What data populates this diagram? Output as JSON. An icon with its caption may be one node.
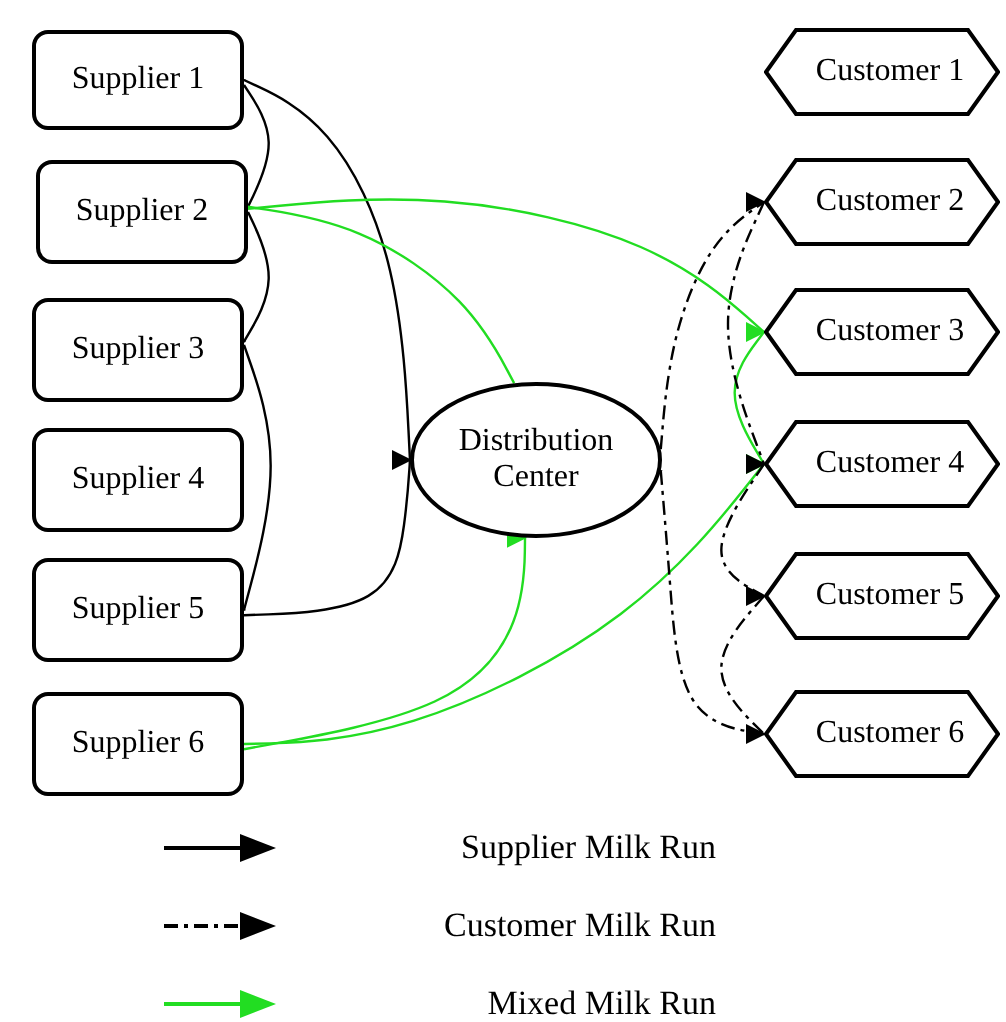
{
  "diagram": {
    "nodes": [
      {
        "text": [
          "Supplier 1"
        ]
      },
      {
        "text": [
          "Supplier 2"
        ]
      },
      {
        "text": [
          "Supplier 3"
        ]
      },
      {
        "text": [
          "Supplier 4"
        ]
      },
      {
        "text": [
          "Supplier 5"
        ]
      },
      {
        "text": [
          "Supplier 6"
        ]
      },
      {
        "text": [
          "Distribution Center"
        ]
      },
      {
        "text": [
          "Customer 1"
        ]
      },
      {
        "text": [
          "Customer 2"
        ]
      },
      {
        "text": [
          "Customer 3"
        ]
      },
      {
        "text": [
          "Customer 4"
        ]
      },
      {
        "text": [
          "Customer 5"
        ]
      },
      {
        "text": [
          "Customer 6"
        ]
      }
    ],
    "edges": [
      {
        "from": 6,
        "to": 0,
        "arrow": "to"
      },
      {
        "from": 0,
        "to": 1,
        "arrow": "to"
      },
      {
        "from": 1,
        "to": 2,
        "arrow": "to"
      },
      {
        "from": 2,
        "to": 4,
        "arrow": "to"
      },
      {
        "from": 4,
        "to": 6,
        "arrow": "to"
      },
      {
        "from": 6,
        "to": 1,
        "arrow": "to",
        "color": "#22dd22"
      },
      {
        "from": 1,
        "to": 9,
        "arrow": "to",
        "color": "#22dd22"
      },
      {
        "from": 9,
        "to": 10,
        "arrow": "to",
        "color": "#22dd22"
      },
      {
        "from": 10,
        "to": 5,
        "arrow": "to",
        "color": "#22dd22"
      },
      {
        "from": 5,
        "to": 6,
        "arrow": "to",
        "color": "#22dd22"
      },
      {
        "from": 6,
        "to": 8,
        "arrow": "to",
        "style": "dashed"
      },
      {
        "from": 8,
        "to": 10,
        "arrow": "to",
        "style": "dashed"
      },
      {
        "from": 10,
        "to": 11,
        "arrow": "to",
        "style": "dashed"
      },
      {
        "from": 11,
        "to": 12,
        "arrow": "to",
        "style": "dashed"
      },
      {
        "from": 12,
        "to": 6,
        "arrow": "to",
        "style": "dashed"
      }
    ],
    "legend": [
      {
        "text": "Supplier Milk Run"
      },
      {
        "text": "Customer Milk Run"
      },
      {
        "text": "Mixed Milk Run"
      }
    ]
  }
}
